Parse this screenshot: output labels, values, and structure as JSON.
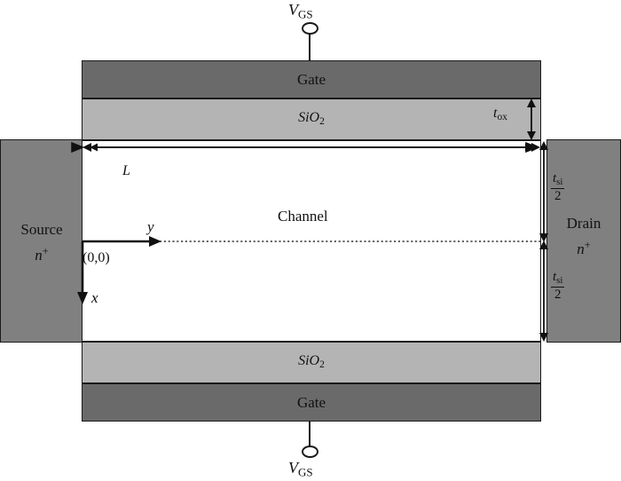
{
  "figure": {
    "title": "Double-gate MOSFET cross-section schematic",
    "colors": {
      "gate": "#6a6a6a",
      "oxide": "#b4b4b4",
      "source_drain": "#808080",
      "channel": "#ffffff",
      "outline": "#1a1a1a"
    }
  },
  "terminals": {
    "top": {
      "symbol": "V",
      "subscript": "GS"
    },
    "bottom": {
      "symbol": "V",
      "subscript": "GS"
    }
  },
  "layers": {
    "top_gate": {
      "label": "Gate"
    },
    "top_oxide": {
      "symbol": "SiO",
      "subscript": "2"
    },
    "channel": {
      "label": "Channel"
    },
    "bottom_oxide": {
      "symbol": "SiO",
      "subscript": "2"
    },
    "bottom_gate": {
      "label": "Gate"
    }
  },
  "regions": {
    "source": {
      "label": "Source",
      "doping": "n",
      "doping_sup": "+"
    },
    "drain": {
      "label": "Drain",
      "doping": "n",
      "doping_sup": "+"
    }
  },
  "dimensions": {
    "length": {
      "symbol": "L"
    },
    "oxide_thickness": {
      "symbol": "t",
      "subscript": "ox"
    },
    "half_silicon_upper": {
      "numerator_symbol": "t",
      "numerator_subscript": "si",
      "denominator": "2"
    },
    "half_silicon_lower": {
      "numerator_symbol": "t",
      "numerator_subscript": "si",
      "denominator": "2"
    }
  },
  "axes": {
    "origin": {
      "label": "(0,0)"
    },
    "y_axis": {
      "label": "y"
    },
    "x_axis": {
      "label": "x"
    }
  }
}
